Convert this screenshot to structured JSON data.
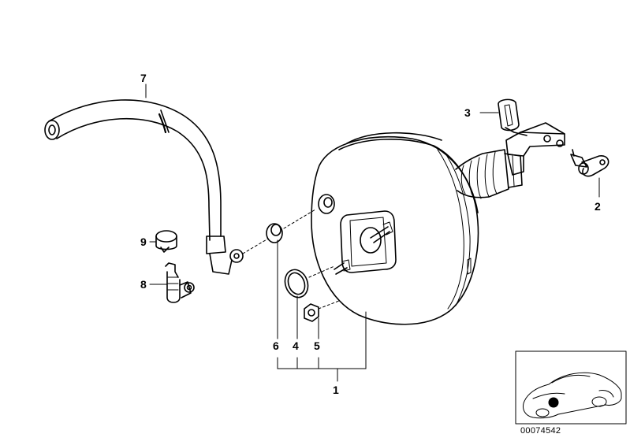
{
  "callouts": {
    "p1": "1",
    "p2": "2",
    "p3": "3",
    "p4": "4",
    "p5": "5",
    "p6": "6",
    "p7": "7",
    "p8": "8",
    "p9": "9"
  },
  "reference_number": "00074542"
}
